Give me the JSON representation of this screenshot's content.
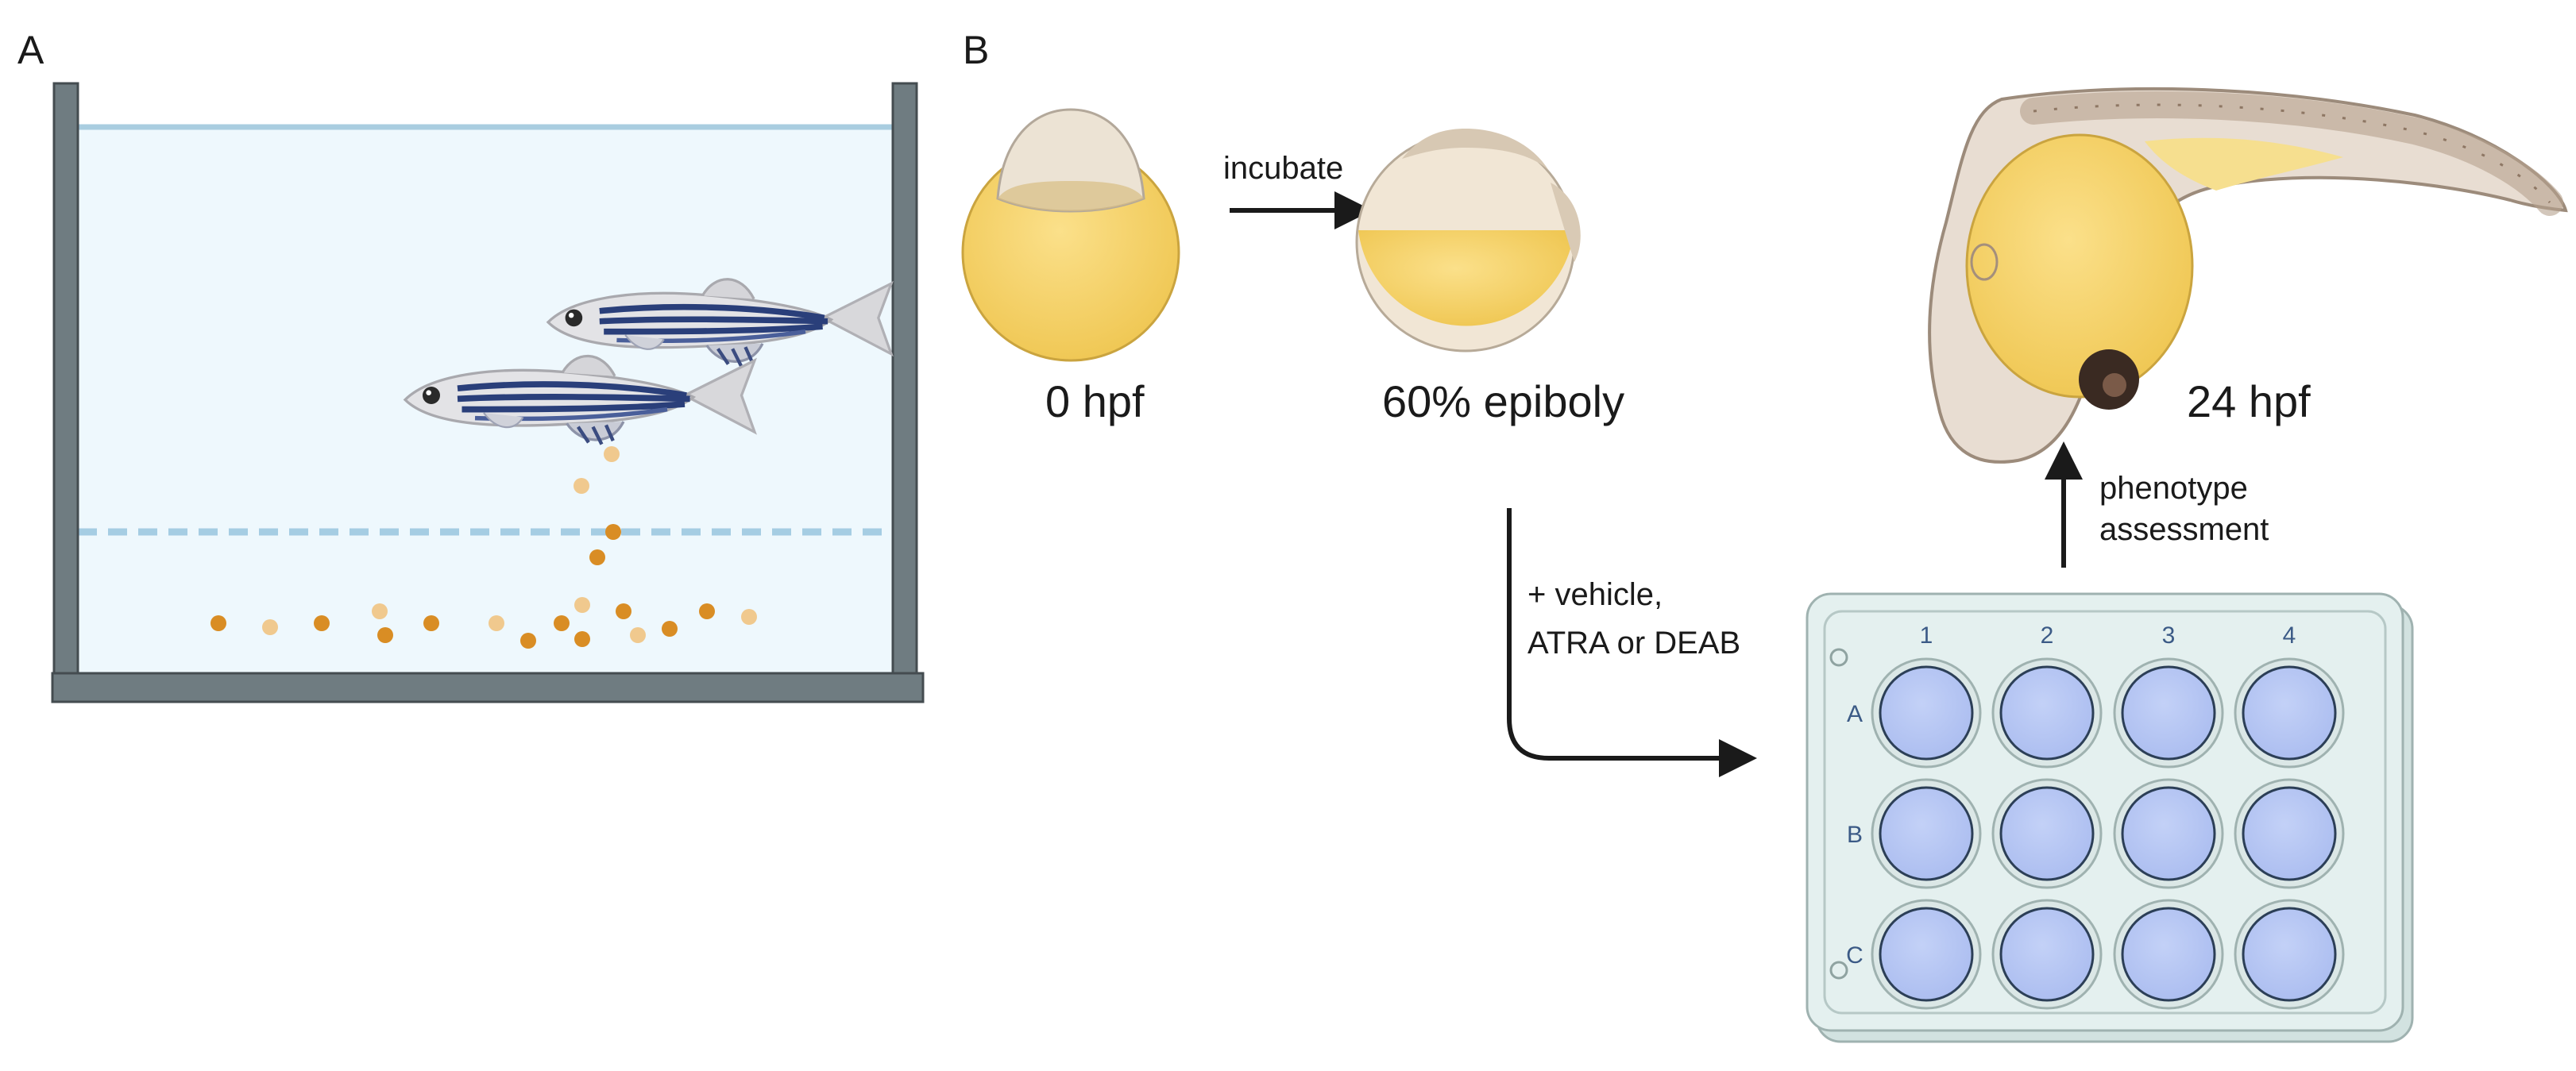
{
  "panel_a": {
    "label": "A"
  },
  "panel_b": {
    "label": "B",
    "stage_0": "0 hpf",
    "stage_60": "60% epiboly",
    "stage_24": "24 hpf",
    "arrow_incubate": "incubate",
    "treatment_line1": "+ vehicle,",
    "treatment_line2": "ATRA or DEAB",
    "assessment_line1": "phenotype",
    "assessment_line2": "assessment",
    "plate": {
      "columns": [
        "1",
        "2",
        "3",
        "4"
      ],
      "rows": [
        "A",
        "B",
        "C"
      ]
    }
  },
  "colors": {
    "yolk": "#f7d56e",
    "water": "#eef8fd",
    "tank": "#6f7c81",
    "well": "#b7c7f4",
    "plate": "#e4f0ef",
    "egg": "#d98d24"
  }
}
